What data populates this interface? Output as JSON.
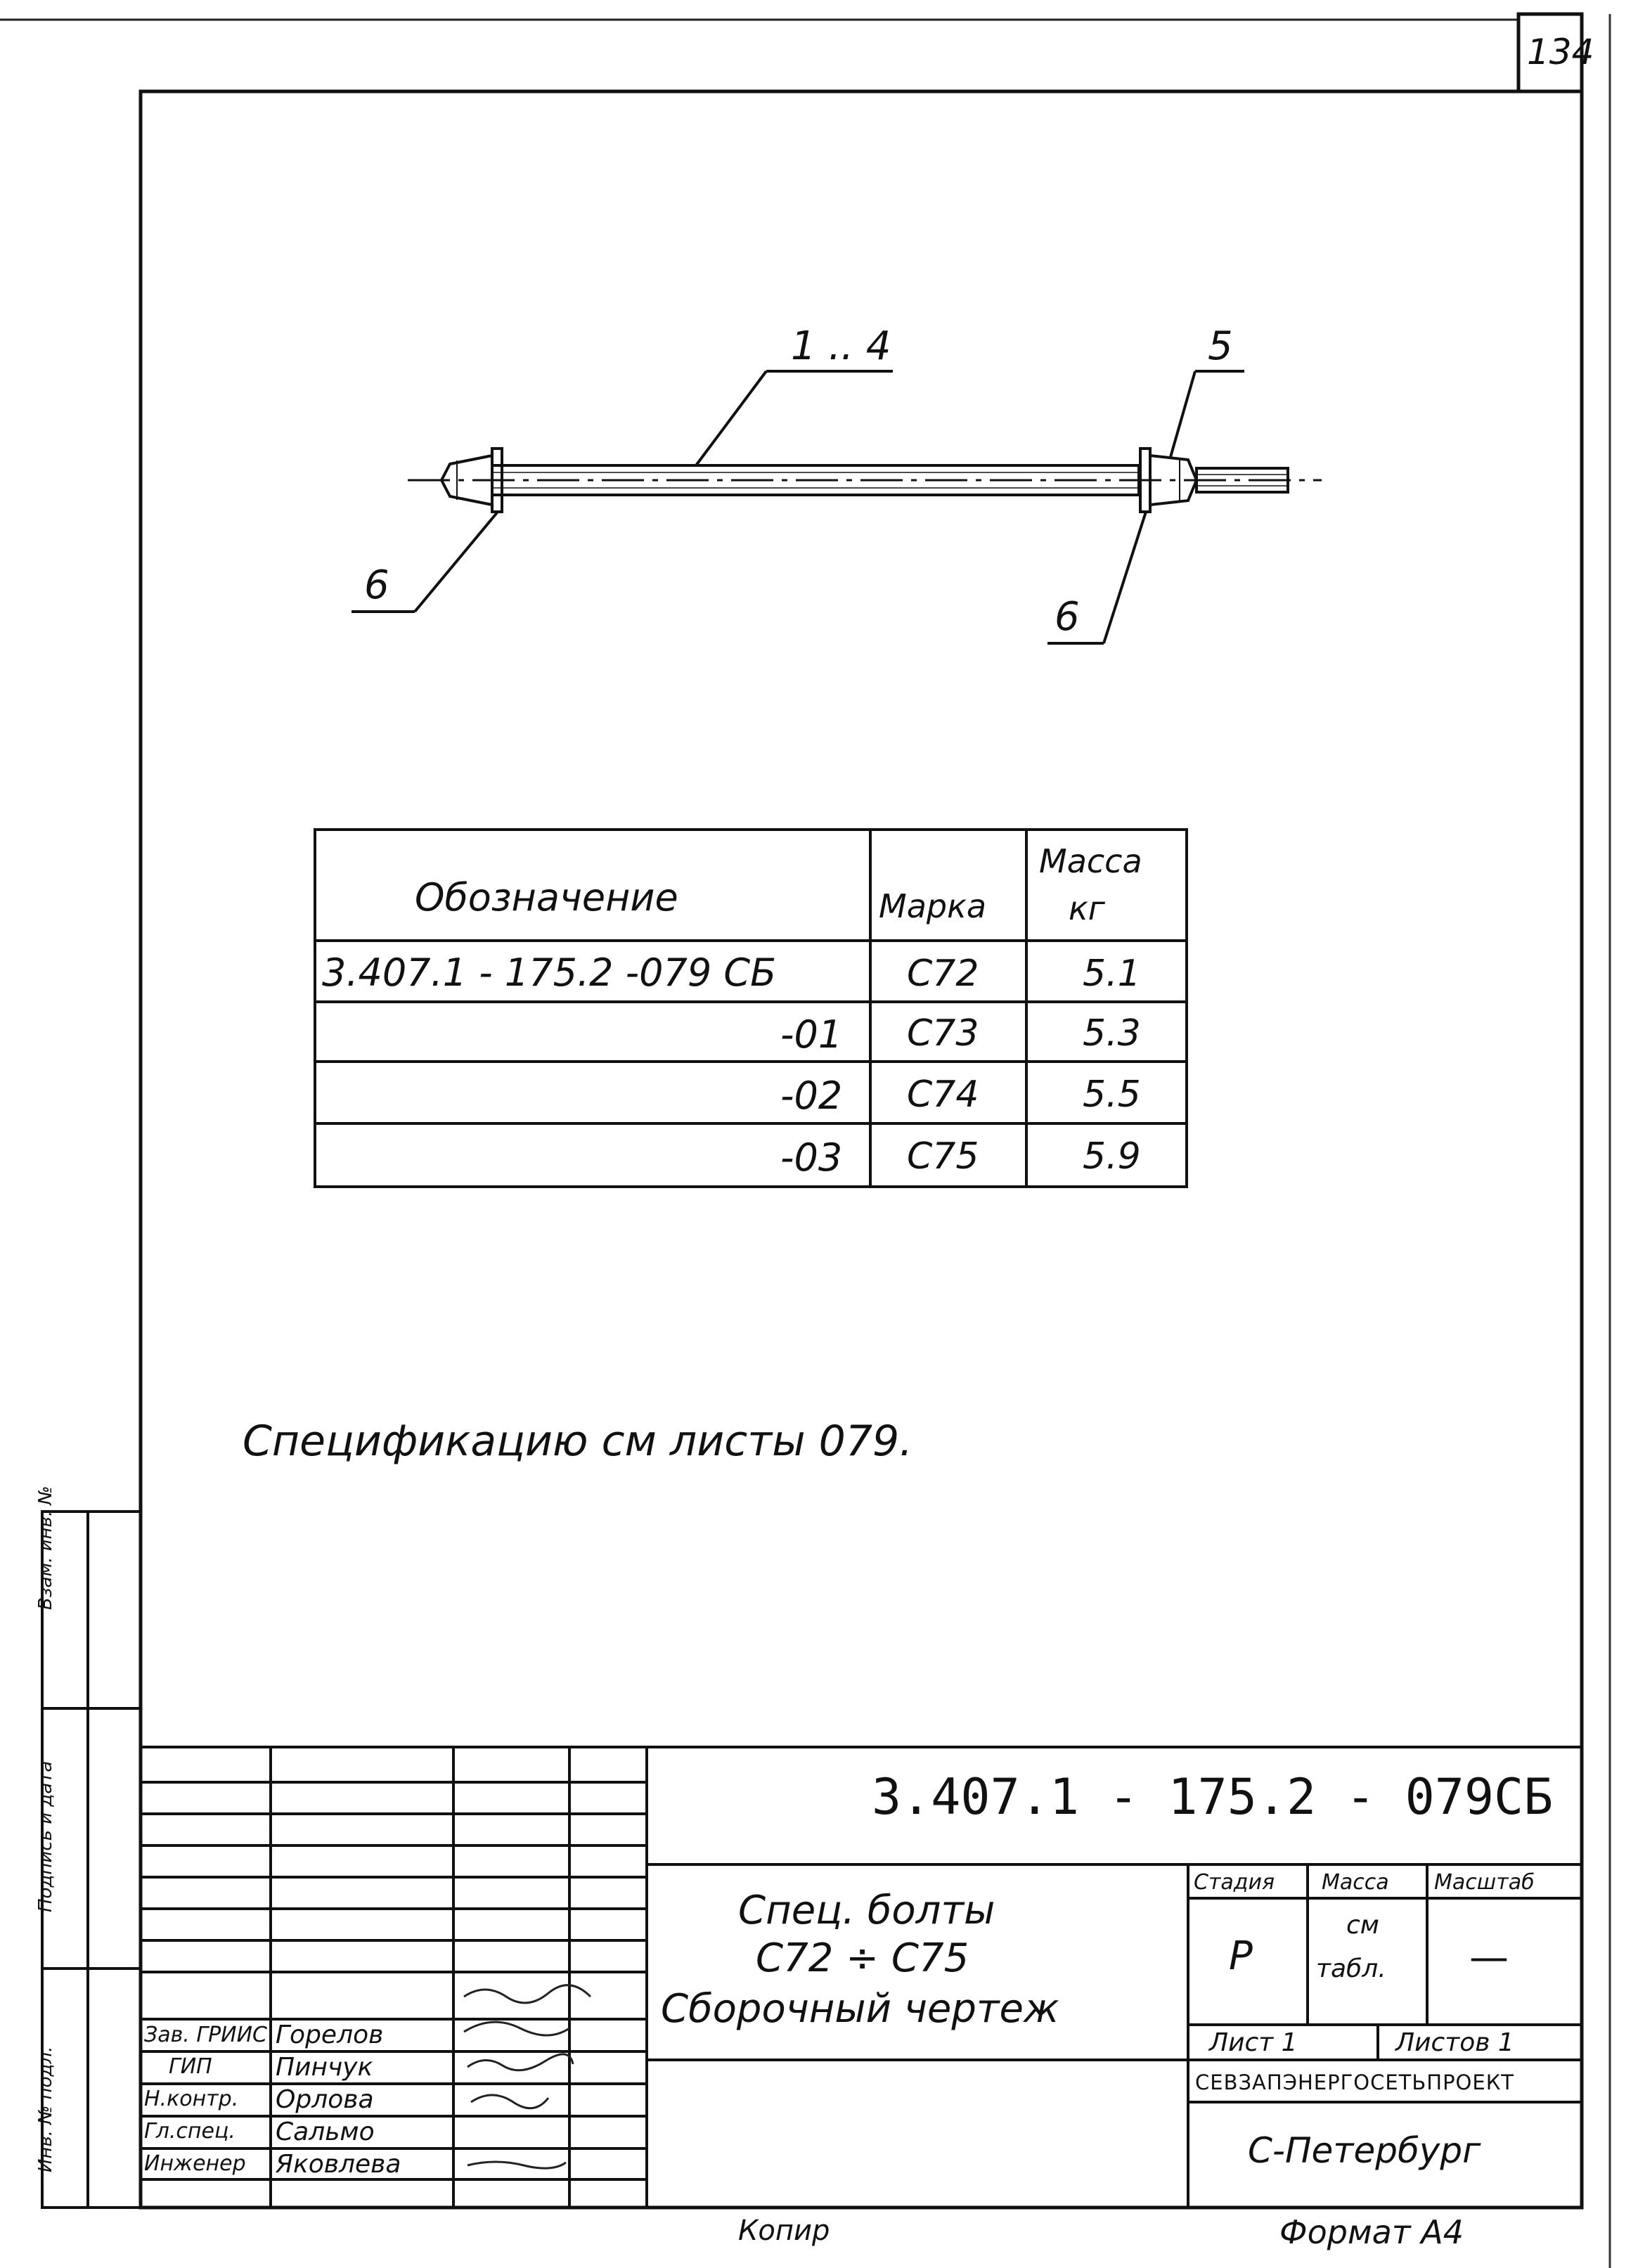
{
  "sheet_number": "134",
  "callouts": {
    "rod": "1 .. 4",
    "nut": "5",
    "washer_left": "6",
    "washer_right": "6"
  },
  "spec_table": {
    "headers": {
      "designation": "Обозначение",
      "mark": "Марка",
      "mass_line1": "Масса",
      "mass_line2": "кг"
    },
    "rows": [
      {
        "designation": "3.407.1 - 175.2 -079 СБ",
        "mark": "С72",
        "mass": "5.1"
      },
      {
        "designation": "-01",
        "mark": "С73",
        "mass": "5.3"
      },
      {
        "designation": "-02",
        "mark": "С74",
        "mass": "5.5"
      },
      {
        "designation": "-03",
        "mark": "С75",
        "mass": "5.9"
      }
    ]
  },
  "note": "Спецификацию см листы 079.",
  "side_stamp": {
    "inv_original": "Инв. № подл.",
    "signature_date": "Подпись и дата",
    "replace_inv": "Взам. инв. №"
  },
  "title_block": {
    "doc_code": "3.407.1 - 175.2 - 079СБ",
    "name_line1": "Спец. болты",
    "name_line2": "С72 ÷ С75",
    "name_line3": "Сборочный чертеж",
    "stage_label": "Стадия",
    "mass_label": "Масса",
    "scale_label": "Масштаб",
    "stage_value": "Р",
    "mass_value_line1": "см",
    "mass_value_line2": "табл.",
    "scale_value": "—",
    "sheet_label": "Лист 1",
    "sheets_label": "Листов 1",
    "org": "СЕВЗАПЭНЕРГОСЕТЬПРОЕКТ",
    "city": "С-Петербург",
    "roles": [
      {
        "role": "Зав. ГРИИС",
        "name": "Горелов"
      },
      {
        "role": "ГИП",
        "name": "Пинчук"
      },
      {
        "role": "Н.контр.",
        "name": "Орлова"
      },
      {
        "role": "Гл.спец.",
        "name": "Сальмо"
      },
      {
        "role": "Инженер",
        "name": "Яковлева"
      }
    ]
  },
  "footer": {
    "copied": "Копир",
    "format": "Формат А4"
  }
}
